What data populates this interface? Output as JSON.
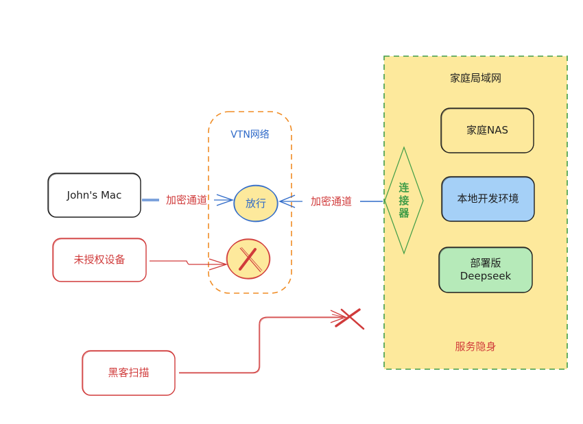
{
  "diagram": {
    "title": "VTN network access diagram",
    "colors": {
      "black_stroke": "#1e1e1e",
      "red": "#d03b3b",
      "blue": "#2f6ac8",
      "green": "#3f9c47",
      "orange_dash": "#f08c24",
      "yellow_fill": "#fde99c",
      "light_blue_fill": "#a5d0f7",
      "light_green_fill": "#b6eab9"
    },
    "nodes": {
      "johns_mac": {
        "label": "John's Mac"
      },
      "unauthorized_device": {
        "label": "未授权设备"
      },
      "hacker_scan": {
        "label": "黑客扫描"
      },
      "vtn_group": {
        "label": "VTN网络"
      },
      "allow_node": {
        "label": "放行"
      },
      "deny_node": {
        "label": "✕",
        "icon": "x-mark-icon"
      },
      "home_lan_group": {
        "label": "家庭局域网",
        "footer": "服务隐身"
      },
      "connector": {
        "label_lines": [
          "连",
          "接",
          "器"
        ]
      },
      "home_nas": {
        "label": "家庭NAS"
      },
      "local_dev_env": {
        "label": "本地开发环境"
      },
      "deepseek": {
        "label_lines": [
          "部署版",
          "Deepseek"
        ]
      }
    },
    "edges": {
      "mac_to_allow": {
        "label": "加密通道",
        "from": "John's Mac",
        "to": "放行"
      },
      "connector_to_allow": {
        "label": "加密通道",
        "from": "连接器",
        "to": "放行"
      },
      "unauthorized_to_deny": {
        "from": "未授权设备",
        "to": "deny"
      },
      "hacker_to_blocked": {
        "from": "黑客扫描",
        "to": "blocked",
        "end_icon": "x-mark-icon"
      }
    }
  }
}
